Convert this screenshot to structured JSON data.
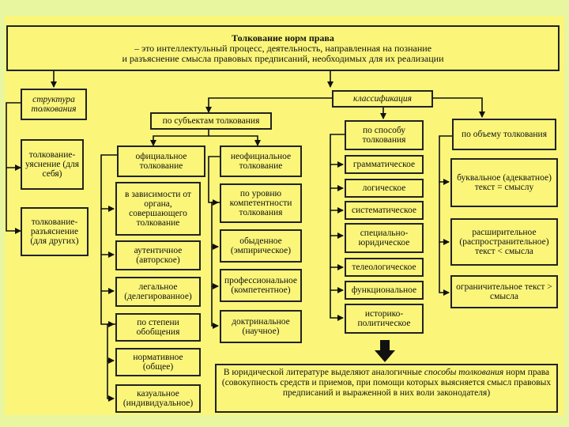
{
  "title": {
    "heading": "Толкование норм права",
    "line1": "– это интеллектульный процесс, деятельность, направленная на познание",
    "line2": "и разъяснение смысла правовых предписаний, необходимых для их реализации"
  },
  "left": {
    "structure": "структура толкования",
    "explanation_self": "толкование-уяснение (для себя)",
    "explanation_others": "толкование-разъяснение (для других)"
  },
  "classification": "классификация",
  "by_subjects": {
    "header": "по субъектам толкования",
    "official": "официальное толкование",
    "unofficial": "неофициальное толкование",
    "official_items": [
      "в зависимости от органа, совершающего толкование",
      "аутентичное (авторское)",
      "легальное (делегированное)",
      "по степени обобщения",
      "нормативное (общее)",
      "казуальное (индивидуальное)"
    ],
    "unofficial_items": [
      "по уровню компетентности толкования",
      "обыденное (эмпирическое)",
      "профессиональное (компетентное)",
      "доктринальное (научное)"
    ]
  },
  "by_method": {
    "header": "по способу толкования",
    "items": [
      "грамматическое",
      "логическое",
      "систематическое",
      "специально-юридическое",
      "телеологическое",
      "функциональное",
      "историко-политическое"
    ]
  },
  "by_volume": {
    "header": "по объему толкования",
    "items": [
      "буквальное (адекватное) текст = смыслу",
      "расширительное (распространительное) текст < смысла",
      "ограничительное текст > смысла"
    ]
  },
  "note": {
    "part1": "В юридической литературе выделяют аналогичные ",
    "italic": "способы толкования",
    "part2": " норм права (совокупность средств и приемов, при помощи которых выясняется смысл правовых предписаний и выраженной в них воли законодателя)"
  }
}
